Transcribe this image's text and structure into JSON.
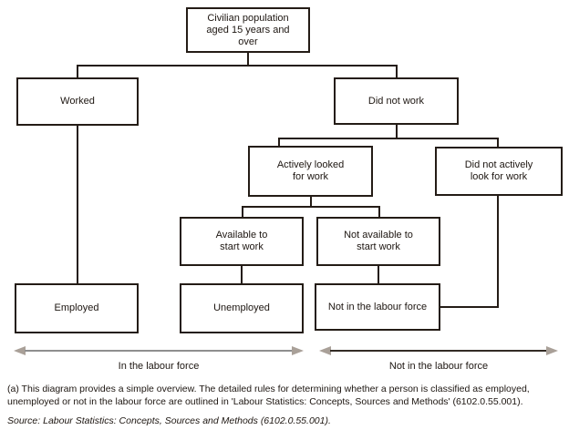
{
  "nodes": {
    "civilian": "Civilian population aged 15 years and over",
    "worked": "Worked",
    "did_not_work": "Did not work",
    "actively_looked": "Actively looked for work",
    "did_not_actively": "Did not actively look for work",
    "available": "Available to start work",
    "not_available": "Not available to start work",
    "employed": "Employed",
    "unemployed": "Unemployed",
    "not_in_labour_force": "Not in the labour force"
  },
  "axis_labels": {
    "in_labour_force": "In the labour force",
    "not_in_labour_force": "Not in the labour force"
  },
  "footnote": "(a) This diagram provides a simple overview. The detailed rules for determining whether a person is classified as employed, unemployed or not in the labour force are outlined in 'Labour Statistics: Concepts, Sources and Methods' (6102.0.55.001).",
  "source": "Source: Labour Statistics: Concepts, Sources and Methods (6102.0.55.001).",
  "colors": {
    "line": "#241c16",
    "text": "#1d1611",
    "left_arrow_line": "#8f8f8f",
    "right_arrow_line": "#332b25",
    "arrow_head": "#a9a098",
    "background": "#ffffff"
  }
}
